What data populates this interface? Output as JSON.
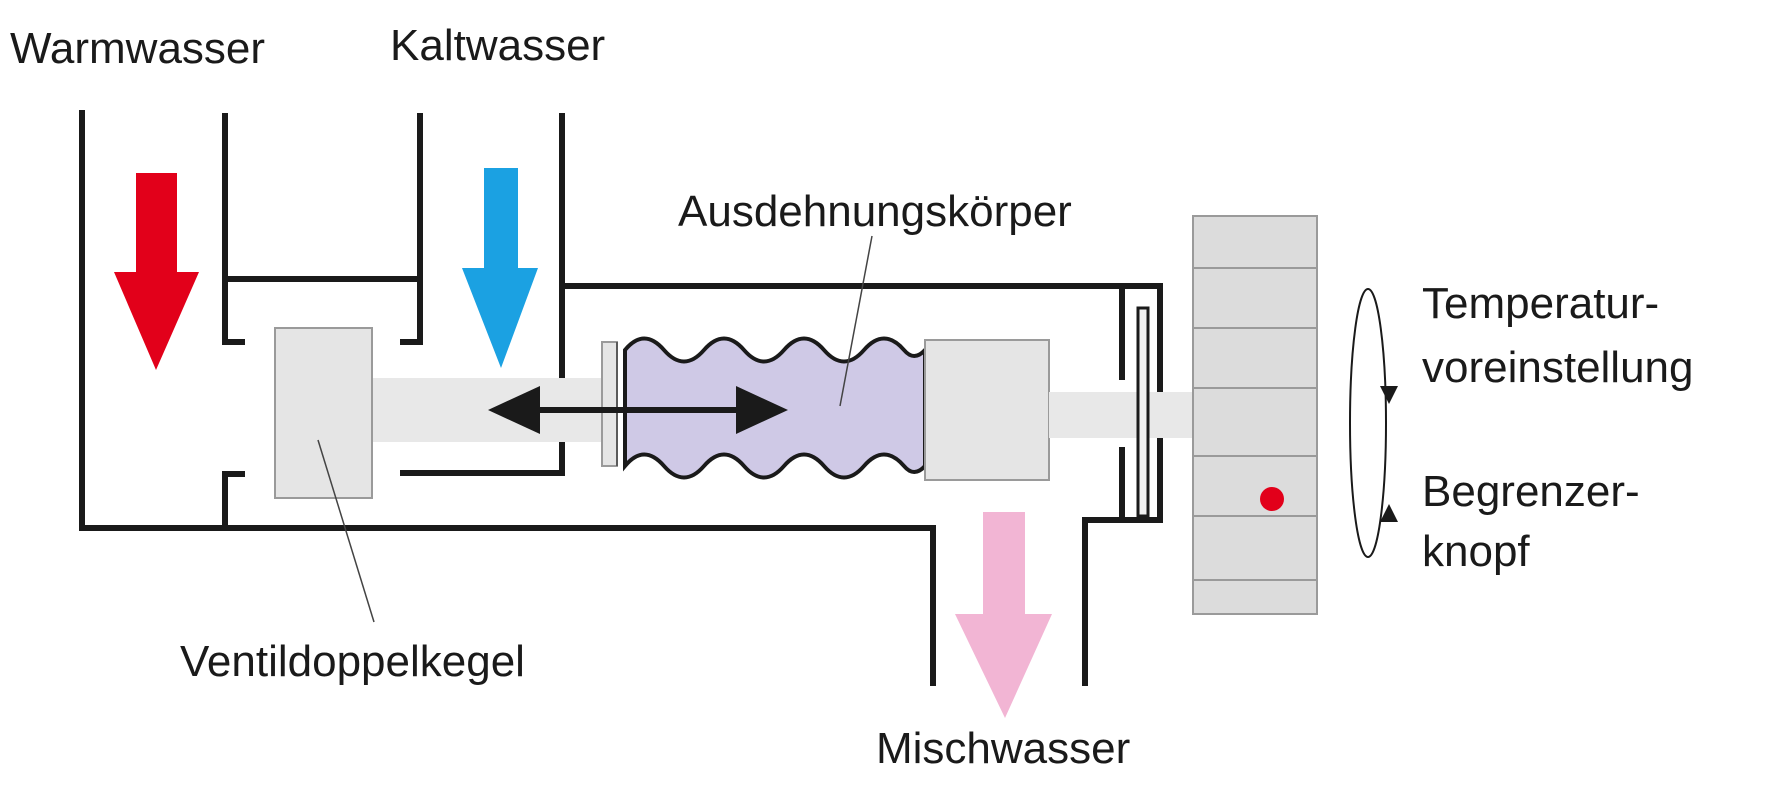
{
  "labels": {
    "warm": "Warmwasser",
    "cold": "Kaltwasser",
    "expansion": "Ausdehnungskörper",
    "valve": "Ventildoppelkegel",
    "mixed": "Mischwasser",
    "preset_1": "Temperatur-",
    "preset_2": "voreinstellung",
    "limiter_1": "Begrenzer-",
    "limiter_2": "knopf"
  },
  "colors": {
    "warm_arrow": "#e2001a",
    "cold_arrow": "#1ba1e2",
    "mixed_arrow": "#f2b5d4",
    "expansion_body": "#cfc9e6",
    "limiter_dot": "#e2001a",
    "wall": "#1a1a1a",
    "part": "#e5e5e5"
  },
  "icons": {
    "warm_flow": "arrow-down-icon",
    "cold_flow": "arrow-down-icon",
    "mixed_flow": "arrow-down-icon",
    "movement": "double-arrow-icon",
    "rotation": "rotate-icon"
  }
}
